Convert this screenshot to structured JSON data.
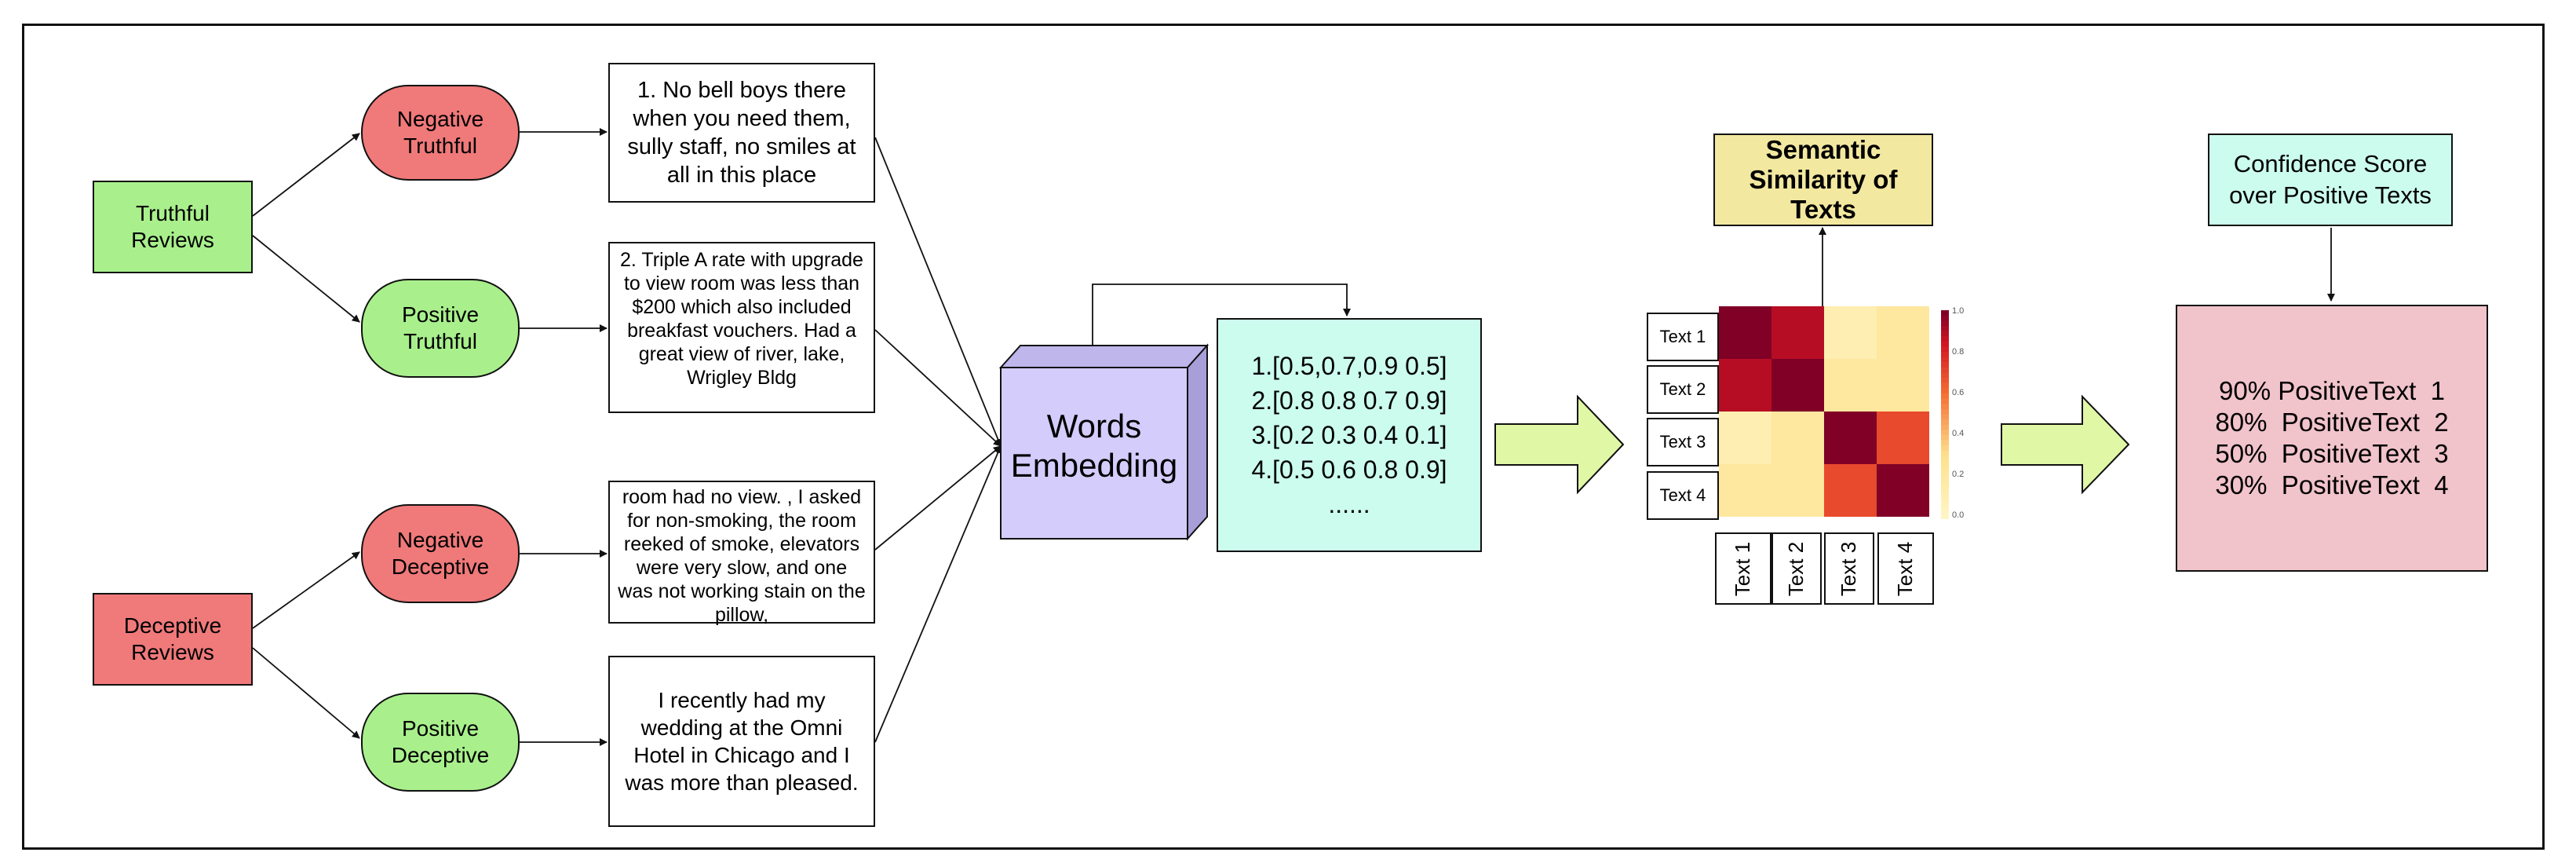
{
  "sources": {
    "truthful": "Truthful Reviews",
    "deceptive": "Deceptive Reviews"
  },
  "categories": {
    "negative_truthful": "Negative Truthful",
    "positive_truthful": "Positive Truthful",
    "negative_deceptive": "Negative Deceptive",
    "positive_deceptive": "Positive Deceptive"
  },
  "reviews": {
    "r1": "1. No bell boys there when you need them, sully staff, no smiles at all in this place",
    "r2": "2. Triple A rate with upgrade to view room was less than $200 which also included breakfast vouchers. Had a great view of river, lake, Wrigley Bldg",
    "r3": "room had no view. , I asked for non-smoking, the room reeked of smoke, elevators were very slow, and one was not working  stain on the pillow,",
    "r4": "I recently had my wedding at the Omni Hotel in Chicago and I was more than pleased."
  },
  "embedding": {
    "label": "Words Embedding"
  },
  "vectors": {
    "v1": "1.[0.5,0.7,0.9 0.5]",
    "v2": "2.[0.8 0.8 0.7 0.9]",
    "v3": "3.[0.2 0.3 0.4 0.1]",
    "v4": "4.[0.5 0.6 0.8 0.9]",
    "more": "......"
  },
  "similarity": {
    "title": "Semantic Similarity of Texts",
    "row_labels": [
      "Text 1",
      "Text 2",
      "Text 3",
      "Text 4"
    ],
    "col_labels": [
      "Text 1",
      "Text 2",
      "Text 3",
      "Text 4"
    ],
    "colorbar_ticks": [
      "1.0",
      "0.8",
      "0.6",
      "0.4",
      "0.2",
      "0.0"
    ],
    "matrix": [
      [
        1.0,
        0.9,
        0.1,
        0.2
      ],
      [
        0.9,
        1.0,
        0.2,
        0.2
      ],
      [
        0.1,
        0.2,
        1.0,
        0.7
      ],
      [
        0.2,
        0.2,
        0.7,
        1.0
      ]
    ]
  },
  "confidence": {
    "title": "Confidence Score over Positive Texts",
    "lines": [
      "90% PositiveText  1",
      "80%  PositiveText  2",
      "50%  PositiveText  3",
      "30%  PositiveText  4"
    ]
  },
  "colors": {
    "green": "#a9f08c",
    "red": "#f0797a",
    "embedding": "#d4ccfb",
    "vector": "#ccfcee",
    "semantic": "#f3e8a0",
    "score": "#f1c3cb",
    "arrow": "#e0f7a6"
  }
}
